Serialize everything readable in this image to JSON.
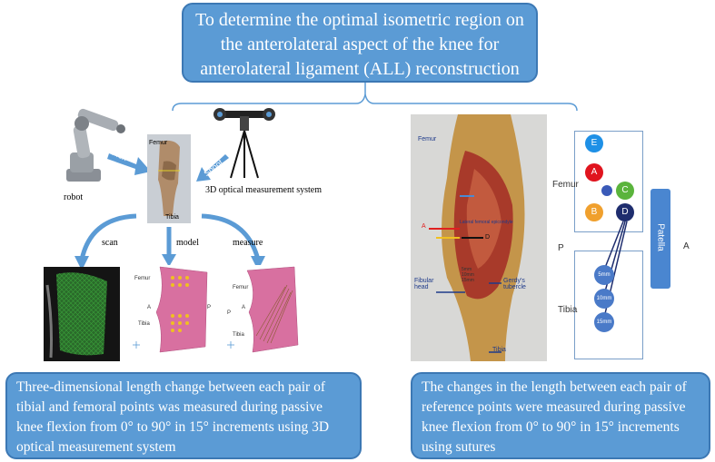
{
  "title": "To determine the optimal isometric region on the anterolateral aspect of the knee for anterolateral ligament (ALL) reconstruction",
  "left_panel": {
    "robot_label": "robot",
    "flex_label": "Flex",
    "shoot_label": "Shoot",
    "optical_label": "3D optical measurement system",
    "photo_labels": {
      "femur": "Femur",
      "tibia": "Tibia"
    },
    "scan_label": "scan",
    "model_label": "model",
    "measure_label": "measure",
    "model_labels": {
      "femur": "Femur",
      "a": "A",
      "p": "P",
      "tibia": "Tibia"
    },
    "measure_labels": {
      "femur": "Femur",
      "a": "A",
      "p": "P",
      "tibia": "Tibia"
    },
    "caption": "Three-dimensional length change between each pair of tibial and femoral points was measured during passive knee flexion from 0° to 90° in 15° increments using 3D optical measurement system"
  },
  "right_panel": {
    "photo_labels": {
      "femur": "Femur",
      "lateral_epicondyle": "Lateral femoral epicondyle",
      "a": "A",
      "d": "D",
      "fibular_head": "Fibular head",
      "gerdys": "Gerdy's tubercle",
      "mm5": "5mm",
      "mm10": "10mm",
      "mm15": "15mm",
      "tibia": "Tibia"
    },
    "diagram": {
      "femur_label": "Femur",
      "p_label": "P",
      "a_label": "A",
      "tibia_label": "Tibia",
      "patella_label": "Patella",
      "femoral_points": [
        {
          "label": "E",
          "color": "#1e90e6"
        },
        {
          "label": "A",
          "color": "#e0141e"
        },
        {
          "label": "C",
          "color": "#5ab43c"
        },
        {
          "label": "B",
          "color": "#f0a02d"
        },
        {
          "label": "D",
          "color": "#1e2d6e"
        }
      ],
      "tibial_points": [
        "5mm",
        "10mm",
        "15mm"
      ]
    },
    "caption": "The changes in the length between each pair of reference points were measured during passive knee flexion from 0° to 90° in 15° increments using sutures"
  }
}
